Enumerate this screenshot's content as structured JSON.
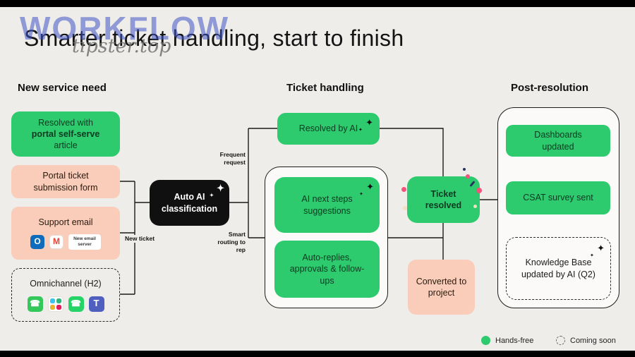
{
  "watermark": {
    "line1": "WORKFLOW",
    "line2": "tipster.top"
  },
  "title": "Smarter ticket handling, start to finish",
  "columns": {
    "left": "New service need",
    "center": "Ticket handling",
    "right": "Post-resolution"
  },
  "left": {
    "self_serve": {
      "l1": "Resolved with",
      "l2": "portal self-serve",
      "l3": "article"
    },
    "portal_form": "Portal ticket submission form",
    "support_email": "Support email",
    "new_email_server": "New email server",
    "omnichannel": "Omnichannel (H2)"
  },
  "classification": {
    "l1": "Auto AI",
    "l2": "classification"
  },
  "edges": {
    "new_ticket": "New ticket",
    "frequent_request": "Frequent request",
    "smart_routing": "Smart routing to rep"
  },
  "center": {
    "resolved_by_ai": "Resolved by AI",
    "ai_next_steps": "AI next steps suggestions",
    "auto_replies": "Auto-replies, approvals & follow-ups",
    "ticket_resolved": {
      "l1": "Ticket",
      "l2": "resolved"
    },
    "converted": "Converted to project"
  },
  "right": {
    "dashboards": "Dashboards updated",
    "csat": "CSAT survey sent",
    "kb": "Knowledge Base updated by AI (Q2)"
  },
  "legend": {
    "hands_free": "Hands-free",
    "coming_soon": "Coming soon"
  },
  "icons": {
    "sparkle": "✦",
    "phone": "☎",
    "outlook": "O",
    "gmail": "M",
    "teams": "T"
  },
  "colors": {
    "bg": "#efedea",
    "ink": "#181818",
    "green": "#2ecb6e",
    "peach": "#f9cdb9",
    "paper": "#fbfaf8",
    "node_black": "#101010",
    "pink": "#f2547c",
    "navy": "#283360",
    "cream": "#f3e0c0",
    "watermark_blue": "#3f55c4"
  }
}
